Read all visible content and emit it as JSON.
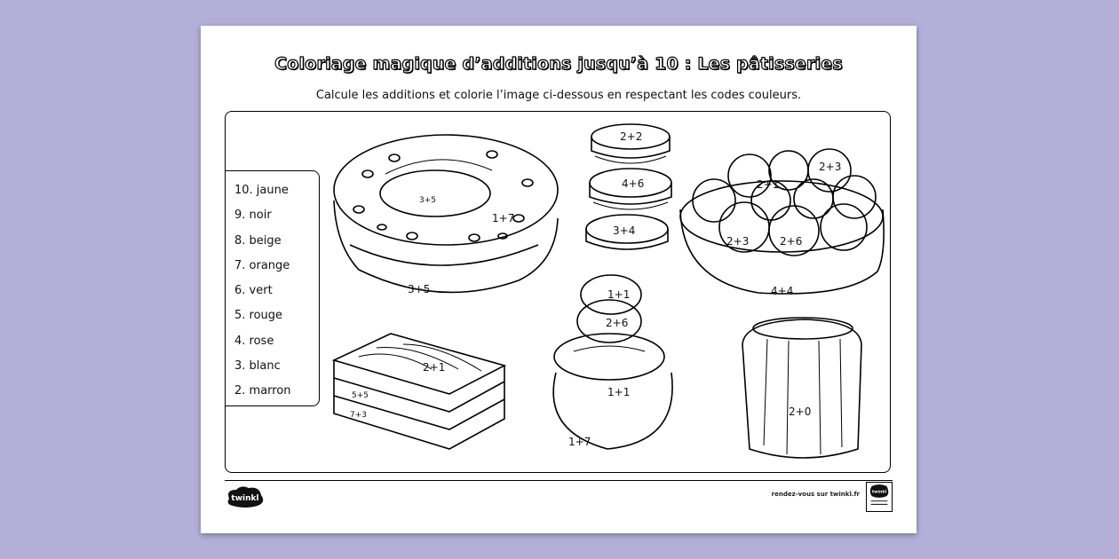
{
  "worksheet": {
    "title": "Coloriage magique d’additions jusqu’à 10 : Les pâtisseries",
    "instruction": "Calcule les additions et colorie l’image ci-dessous en respectant les codes couleurs."
  },
  "legend": {
    "items": [
      "10. jaune",
      "9. noir",
      "8. beige",
      "7. orange",
      "6. vert",
      "5. rouge",
      "4. rose",
      "3. blanc",
      "2. marron"
    ]
  },
  "pastries": {
    "paris_brest": {
      "top": "1+7",
      "side": "3+5",
      "small": "3+5"
    },
    "macarons": {
      "top": "2+2",
      "middle": "4+6",
      "bottom": "3+4"
    },
    "tart": {
      "berry_a": "2+3",
      "berry_b": "2+1",
      "berry_c": "2+3",
      "berry_d": "2+6",
      "crust": "4+4"
    },
    "mille_feuille": {
      "top": "2+1",
      "layer_a": "5+5",
      "layer_b": "7+3"
    },
    "religieuse": {
      "head": "1+1",
      "neck": "2+6",
      "body": "1+1",
      "base": "1+7"
    },
    "canele": {
      "body": "2+0"
    }
  },
  "footer": {
    "logo_text": "twinkl",
    "url": "rendez-vous sur twinkl.fr",
    "badge_text": "twinkl"
  },
  "colors": {
    "background": "#b3afd9",
    "sheet": "#ffffff",
    "ink": "#000000"
  }
}
